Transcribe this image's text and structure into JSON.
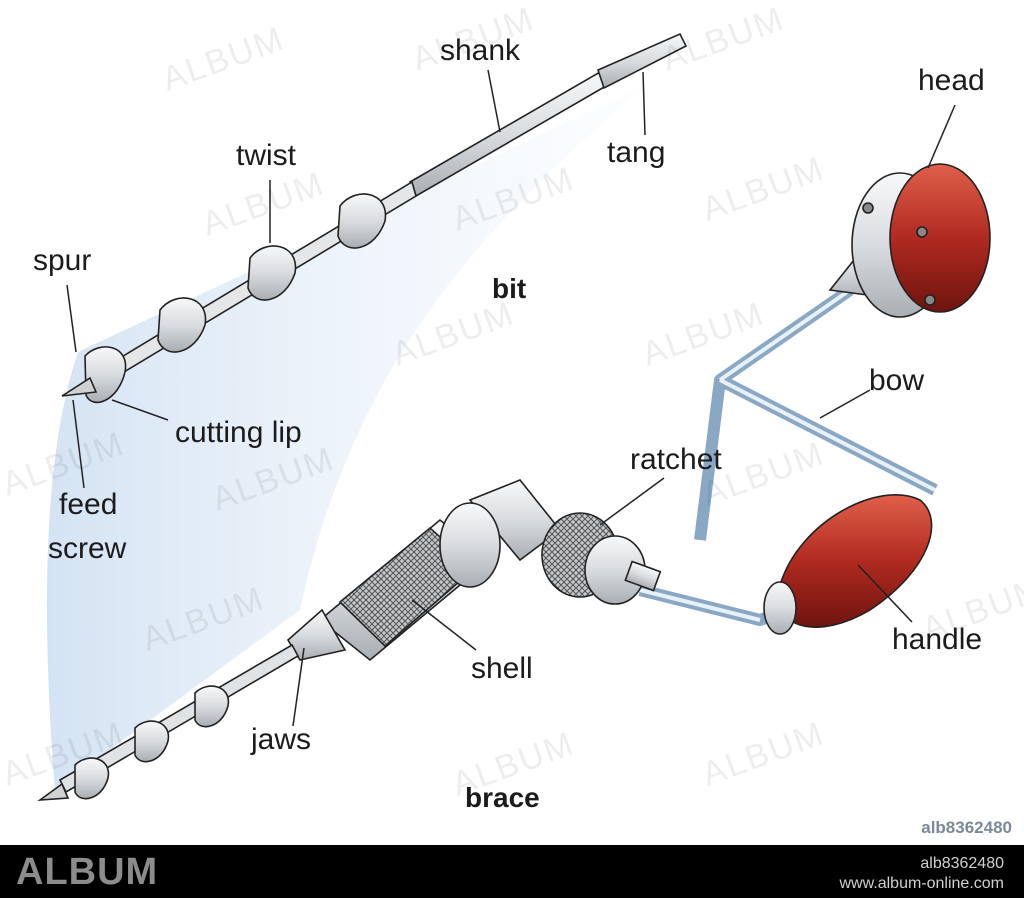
{
  "labels": {
    "shank": "shank",
    "tang": "tang",
    "twist": "twist",
    "spur": "spur",
    "cutting_lip": "cutting lip",
    "feed_screw_line1": "feed",
    "feed_screw_line2": "screw",
    "bit": "bit",
    "head": "head",
    "bow": "bow",
    "ratchet": "ratchet",
    "handle": "handle",
    "shell": "shell",
    "jaws": "jaws",
    "brace": "brace"
  },
  "watermark": "ALBUM",
  "image_id": "alb8362480",
  "footer": {
    "brand": "ALBUM",
    "id": "alb8362480",
    "url": "www.album-online.com"
  },
  "colors": {
    "highlight": "#d8e8f6",
    "metal": "#e6e8ea",
    "metal_dark": "#9aa0a6",
    "wood": "#a8231c",
    "wood_light": "#d8503c",
    "footer_bg": "#000000"
  }
}
